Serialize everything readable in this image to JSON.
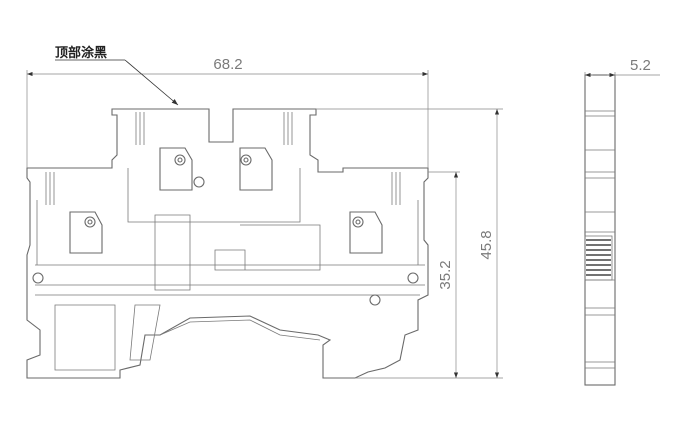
{
  "annotation": {
    "label": "顶部涂黑"
  },
  "dimensions": {
    "width": "68.2",
    "total_height": "45.8",
    "lower_height": "35.2",
    "thickness": "5.2"
  }
}
